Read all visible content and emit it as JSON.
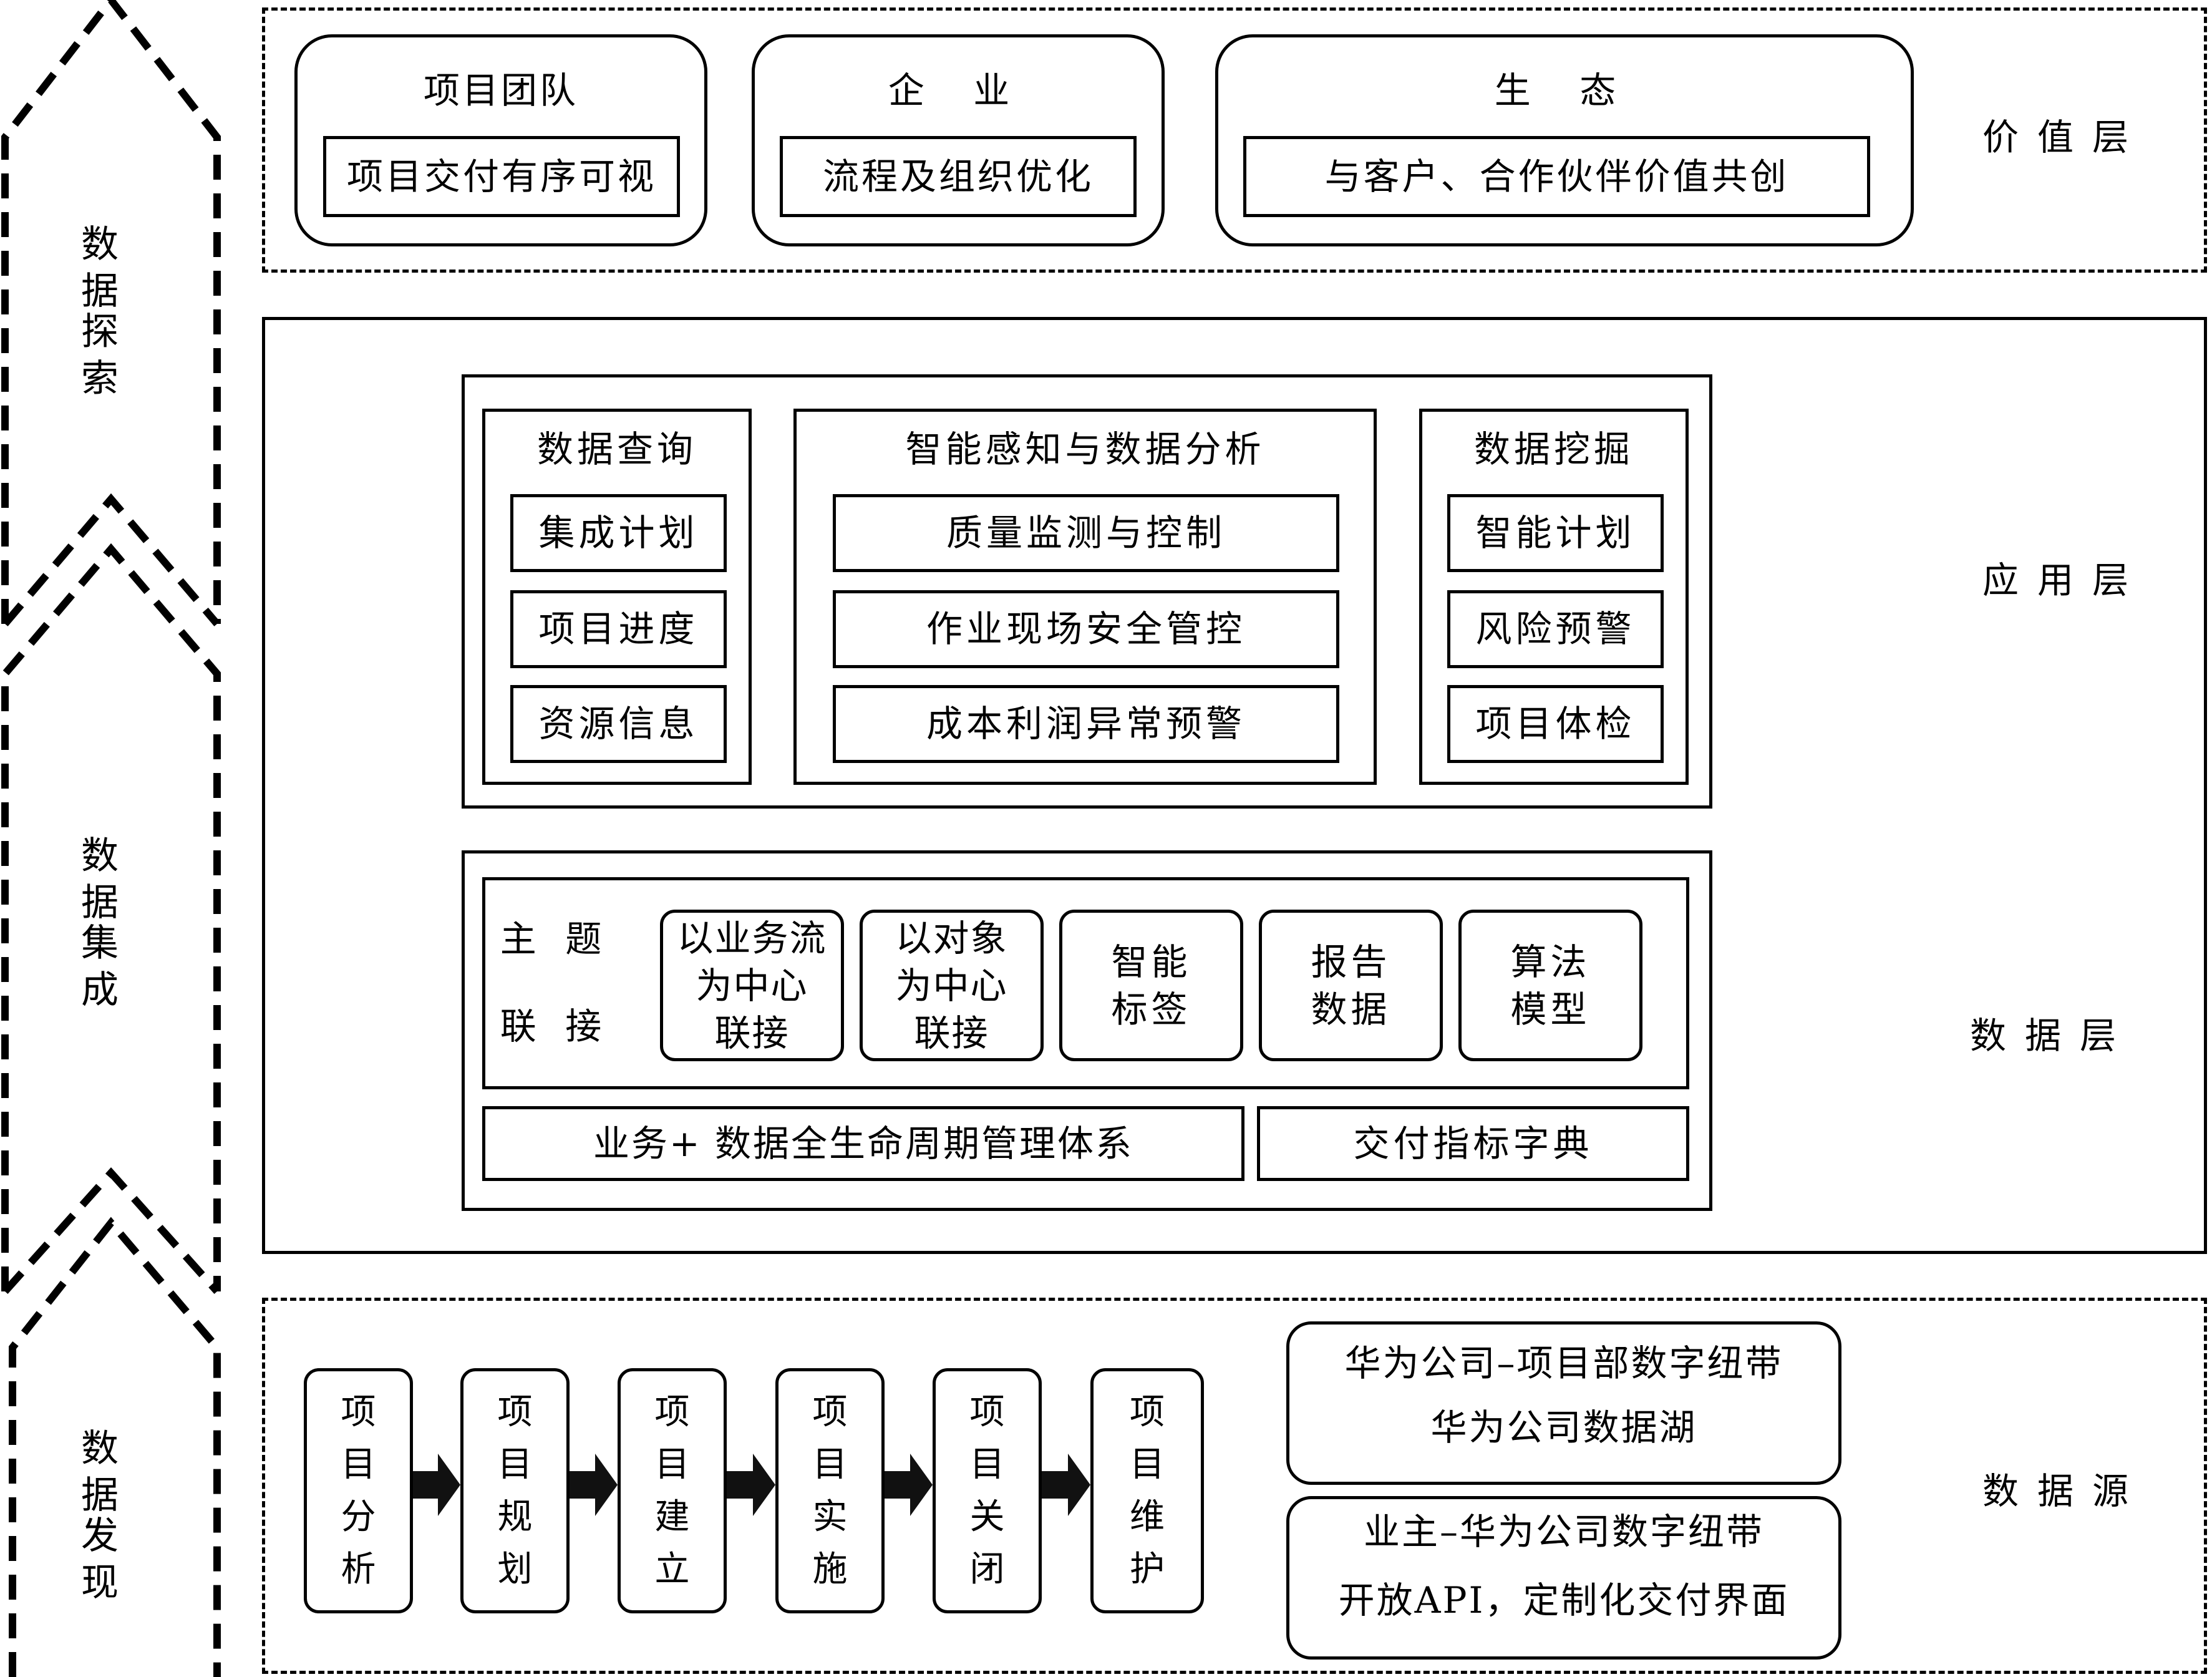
{
  "side": {
    "explore": {
      "line1": "数 据",
      "line2": "探 索"
    },
    "integrate": {
      "line1": "数 据",
      "line2": "集 成"
    },
    "discover": {
      "line1": "数 据",
      "line2": "发 现"
    }
  },
  "value_layer": {
    "label": "价值层",
    "groups": [
      {
        "title": "项目团队",
        "item": "项目交付有序可视"
      },
      {
        "title": "企 业",
        "item": "流程及组织优化"
      },
      {
        "title": "生 态",
        "item": "与客户、合作伙伴价值共创"
      }
    ]
  },
  "app_layer": {
    "label": "应用层",
    "columns": [
      {
        "title": "数据查询",
        "items": [
          "集成计划",
          "项目进度",
          "资源信息"
        ]
      },
      {
        "title": "智能感知与数据分析",
        "items": [
          "质量监测与控制",
          "作业现场安全管控",
          "成本利润异常预警"
        ]
      },
      {
        "title": "数据挖掘",
        "items": [
          "智能计划",
          "风险预警",
          "项目体检"
        ]
      }
    ]
  },
  "data_layer": {
    "label": "数据层",
    "theme_label": "主 题\n联 接",
    "themes": [
      "以业务流\n为中心\n联接",
      "以对象\n为中心\n联接",
      "智能\n标签",
      "报告\n数据",
      "算法\n模型"
    ],
    "lifecycle": "业务+ 数据全生命周期管理体系",
    "dictionary": "交付指标字典"
  },
  "source_layer": {
    "label": "数据源",
    "stages": [
      "项\n目\n分\n析",
      "项\n目\n规\n划",
      "项\n目\n建\n立",
      "项\n目\n实\n施",
      "项\n目\n关\n闭",
      "项\n目\n维\n护"
    ],
    "box1": {
      "line1": "华为公司–项目部数字纽带",
      "line2": "华为公司数据湖"
    },
    "box2": {
      "line1": "业主–华为公司数字纽带",
      "line2": "开放API，定制化交付界面"
    }
  }
}
